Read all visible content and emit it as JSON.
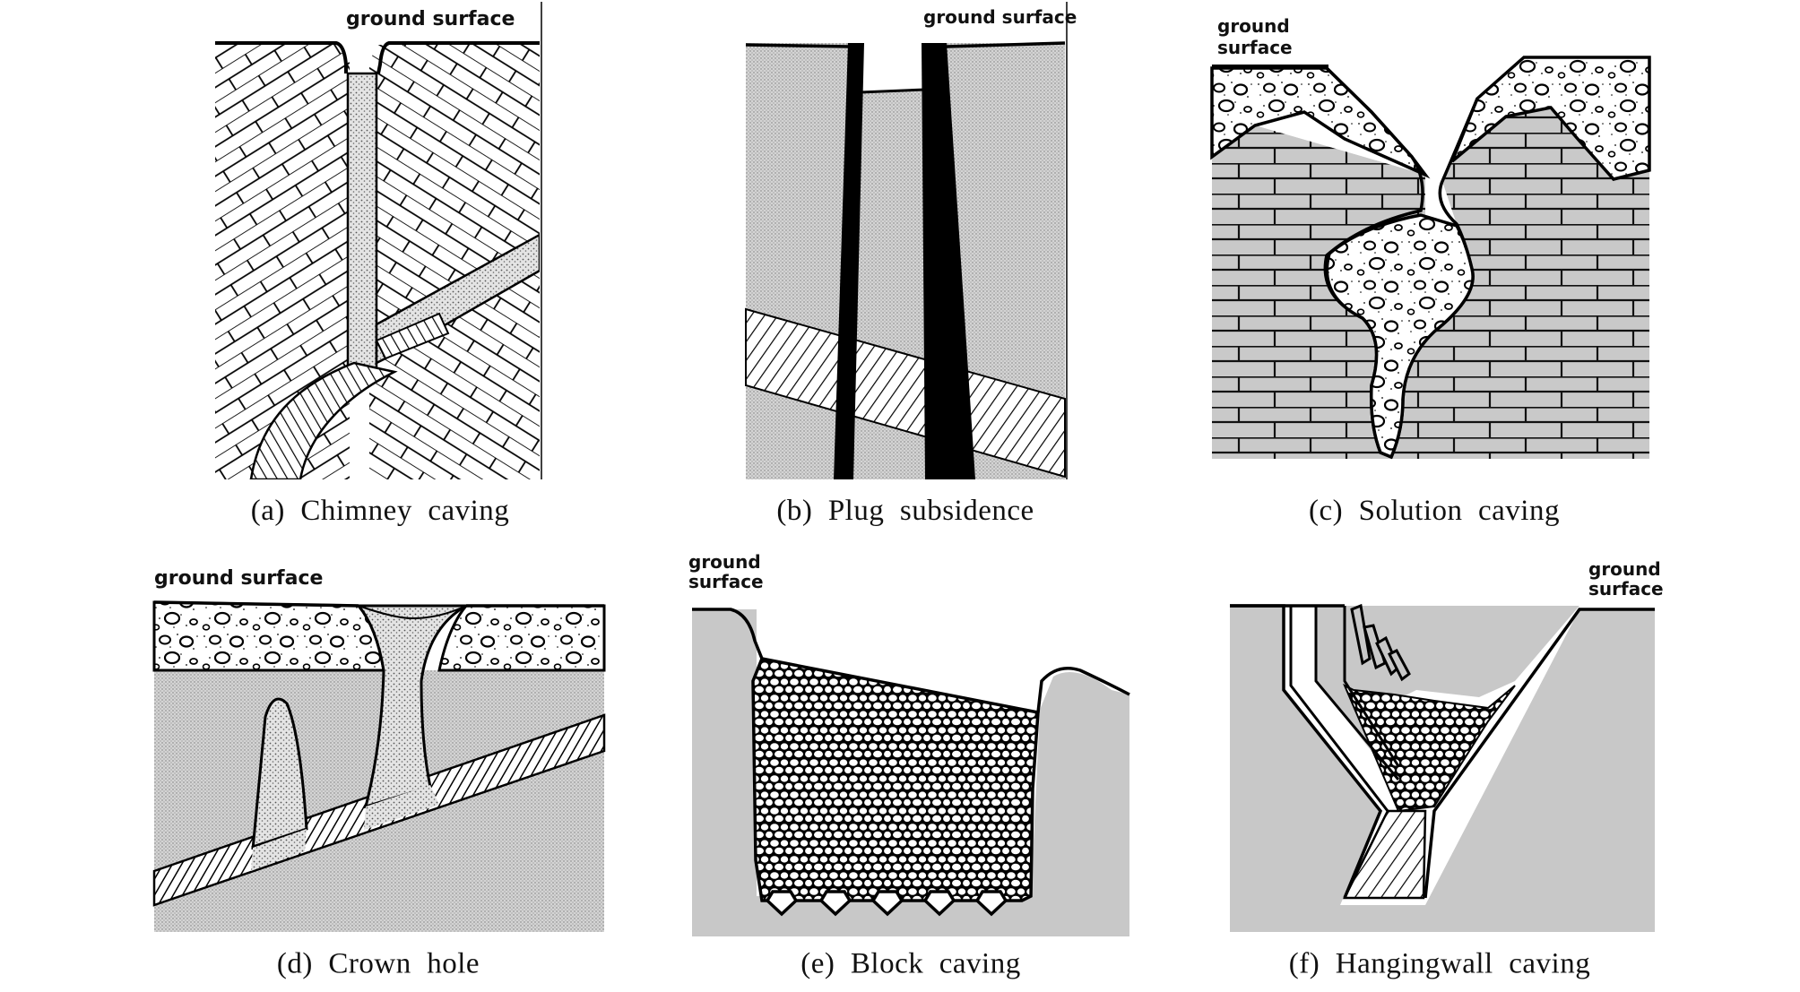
{
  "panels": [
    {
      "id": "a",
      "caption": "(a)  Chimney  caving",
      "ground_label": [
        "ground surface"
      ]
    },
    {
      "id": "b",
      "caption": "(b)  Plug  subsidence",
      "ground_label": [
        "ground surface"
      ]
    },
    {
      "id": "c",
      "caption": "(c)  Solution  caving",
      "ground_label": [
        "ground",
        "surface"
      ]
    },
    {
      "id": "d",
      "caption": "(d)  Crown  hole",
      "ground_label": [
        "ground surface"
      ]
    },
    {
      "id": "e",
      "caption": "(e)  Block  caving",
      "ground_label": [
        "ground",
        "surface"
      ]
    },
    {
      "id": "f",
      "caption": "(f)  Hangingwall  caving",
      "ground_label": [
        "ground",
        "surface"
      ]
    }
  ],
  "colors": {
    "rock_grey": "#c8c8c8",
    "stipple_dark": "#9a9a9a",
    "outline": "#000000",
    "background": "#ffffff"
  }
}
